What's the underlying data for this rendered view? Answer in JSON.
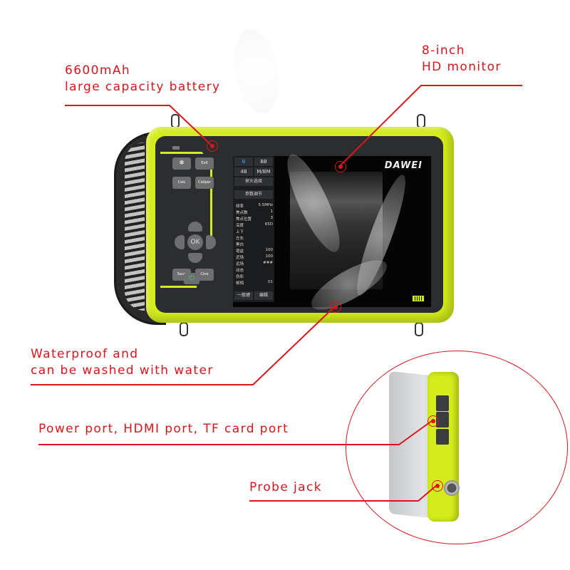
{
  "callouts": {
    "battery": {
      "line1": "6600mAh",
      "line2": "large capacity battery"
    },
    "monitor": {
      "line1": "8-inch",
      "line2": "HD monitor"
    },
    "waterproof": {
      "line1": "Waterproof and",
      "line2": "can be washed with water"
    },
    "ports": {
      "text": "Power port, HDMI port, TF card port"
    },
    "probe": {
      "text": "Probe jack"
    }
  },
  "colors": {
    "accent_red": "#d9161c",
    "device_green": "#d4ec1c",
    "bezel": "#2c2d2f"
  },
  "device": {
    "brand": "DAWEI",
    "keypad": {
      "freeze_icon": "❄",
      "exit_label": "Exit",
      "calc_label": "Calc",
      "caliper_label": "Caliper",
      "ok_label": "OK",
      "save_label": "Save",
      "cine_label": "Cine",
      "power_icon": "⏻"
    },
    "screen_menu": {
      "modes": [
        "B",
        "BB",
        "4B",
        "M/BM"
      ],
      "probe_select": "探头选择",
      "param_header": "参数调节",
      "params": [
        {
          "name": "频率",
          "value": "5.5MHz"
        },
        {
          "name": "焦点数",
          "value": "1"
        },
        {
          "name": "焦点位置",
          "value": "3"
        },
        {
          "name": "深度",
          "value": "65D"
        },
        {
          "name": "上下",
          "value": ""
        },
        {
          "name": "左右",
          "value": ""
        },
        {
          "name": "黑白",
          "value": ""
        },
        {
          "name": "增益",
          "value": "100"
        },
        {
          "name": "近场",
          "value": "100"
        },
        {
          "name": "远场",
          "value": "###"
        },
        {
          "name": "动态",
          "value": ""
        },
        {
          "name": "伪彩",
          "value": ""
        },
        {
          "name": "帧相",
          "value": "01"
        }
      ],
      "bottom_buttons": [
        "一般键",
        "编辑"
      ]
    }
  }
}
